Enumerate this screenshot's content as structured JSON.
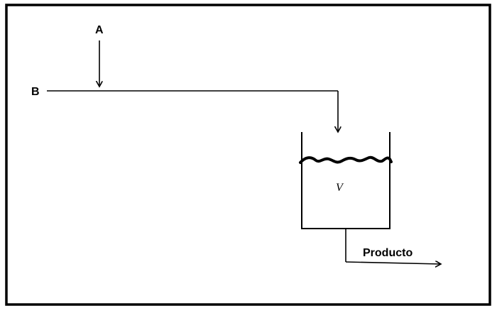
{
  "diagram": {
    "type": "process-flow-diagram",
    "background_color": "#ffffff",
    "line_color": "#000000",
    "description": "Two feed streams A and B merge and flow into a stirred tank of volume V, producing an outlet stream labeled Producto",
    "labels": {
      "stream_a": "A",
      "stream_b": "B",
      "vessel_volume": "V",
      "product": "Producto"
    }
  }
}
